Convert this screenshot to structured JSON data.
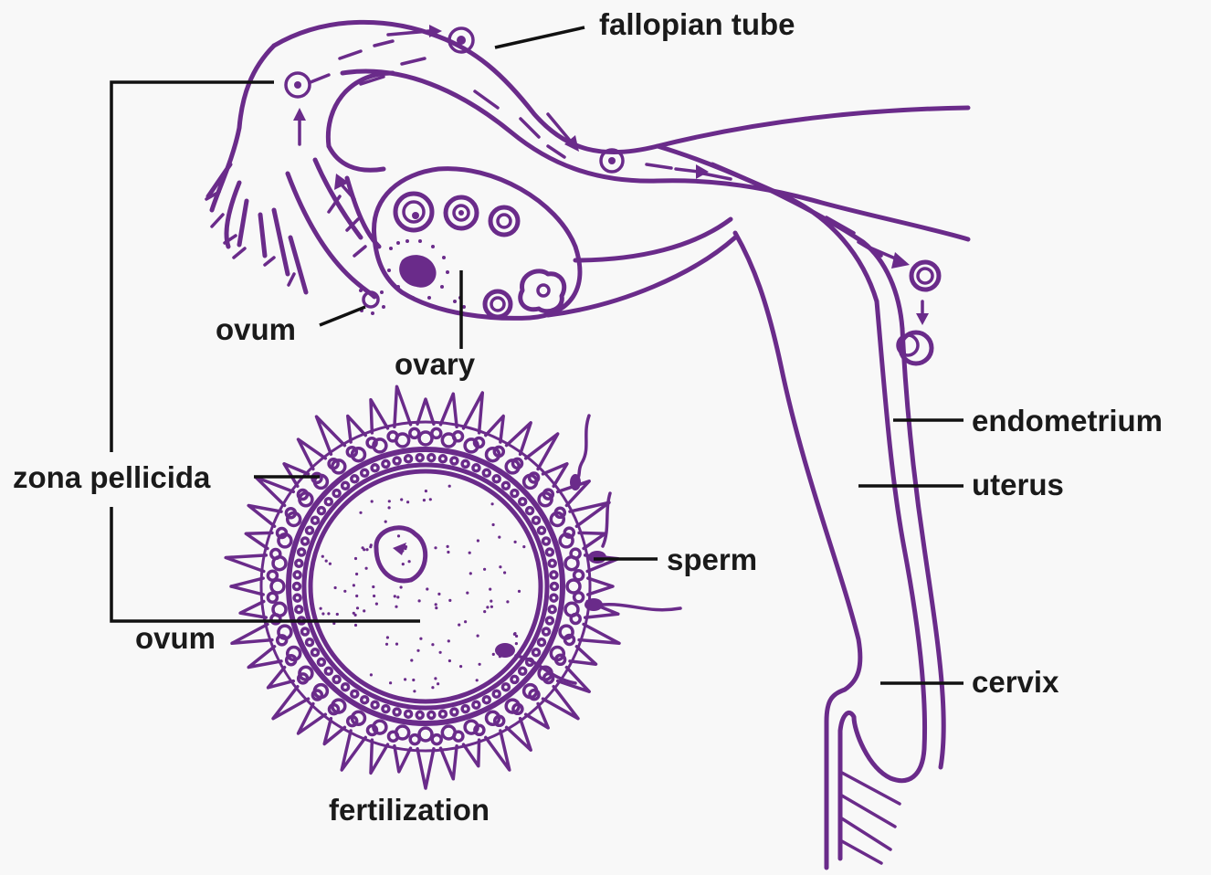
{
  "labels": {
    "fallopian_tube": "fallopian tube",
    "ovum_top": "ovum",
    "ovary": "ovary",
    "zona_pellicida": "zona pellicida",
    "endometrium": "endometrium",
    "uterus": "uterus",
    "sperm": "sperm",
    "ovum_bottom": "ovum",
    "cervix": "cervix",
    "caption": "fertilization"
  },
  "colors": {
    "accent": "#6a2b8a",
    "label": "#1a1a1a",
    "leader": "#111111",
    "background": "#f8f8f8"
  }
}
